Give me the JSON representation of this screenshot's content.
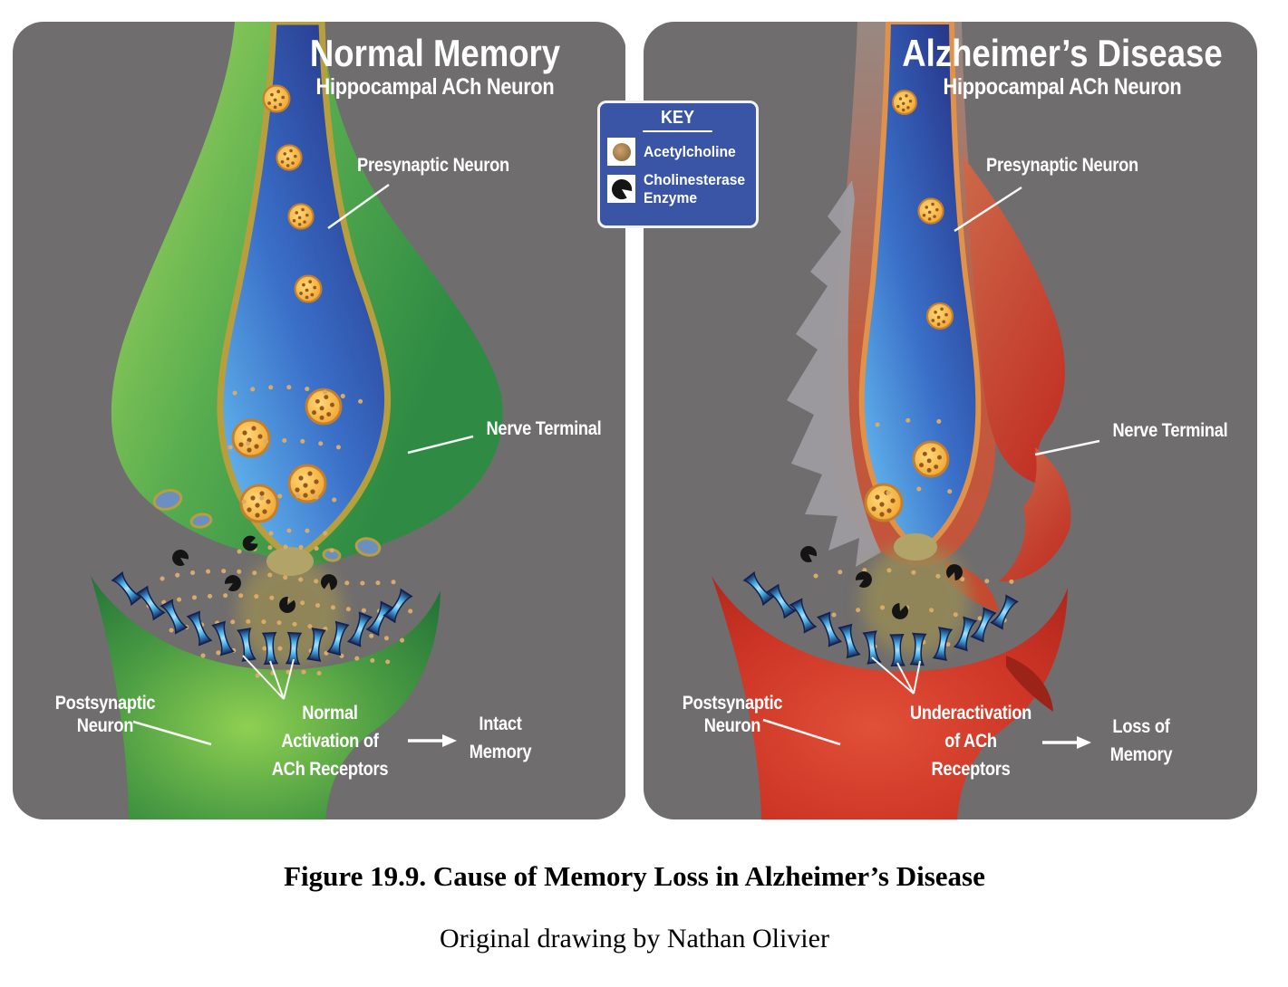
{
  "figure": {
    "caption_line1": "Figure 19.9. Cause of Memory Loss in Alzheimer’s Disease",
    "caption_line2": "Original drawing by Nathan Olivier"
  },
  "key": {
    "title": "KEY",
    "items": [
      {
        "icon": "acetylcholine-icon",
        "label": "Acetylcholine"
      },
      {
        "icon": "cholinesterase-icon",
        "label": "Cholinesterase Enzyme"
      }
    ]
  },
  "panels": [
    {
      "id": "normal",
      "title": "Normal Memory",
      "subtitle": "Hippocampal ACh Neuron",
      "labels": {
        "presynaptic": "Presynaptic Neuron",
        "nerve_terminal": "Nerve Terminal",
        "postsynaptic": "Postsynaptic Neuron",
        "receptor_state_lines": [
          "Normal",
          "Activation of",
          "ACh Receptors"
        ],
        "outcome_lines": [
          "Intact",
          "Memory"
        ]
      }
    },
    {
      "id": "alzheimers",
      "title": "Alzheimer’s Disease",
      "subtitle": "Hippocampal ACh Neuron",
      "labels": {
        "presynaptic": "Presynaptic Neuron",
        "nerve_terminal": "Nerve Terminal",
        "postsynaptic": "Postsynaptic Neuron",
        "receptor_state_lines": [
          "Underactivation",
          "of ACh",
          "Receptors"
        ],
        "outcome_lines": [
          "Loss of",
          "Memory"
        ]
      }
    }
  ],
  "colors": {
    "page_bg": "#ffffff",
    "panel_bg": "#6f6d6e",
    "key_bg": "#3a55a6",
    "normal_neuron_green": "#4aa34c",
    "postsynaptic_green": "#1f7a3a",
    "alzheimers_red": "#c43a2b",
    "degenerated_gray": "#9d9ca0",
    "terminal_blue": "#3a6fc8",
    "terminal_outline_olive": "#b79f3e",
    "terminal_outline_orange": "#e0924a",
    "vesicle_orange": "#f0a93c",
    "acetylcholine_tan": "#c79b63",
    "enzyme_black": "#141414",
    "receptor_blue": "#57c6f0",
    "label_text": "#ffffff",
    "caption_text": "#000000"
  }
}
